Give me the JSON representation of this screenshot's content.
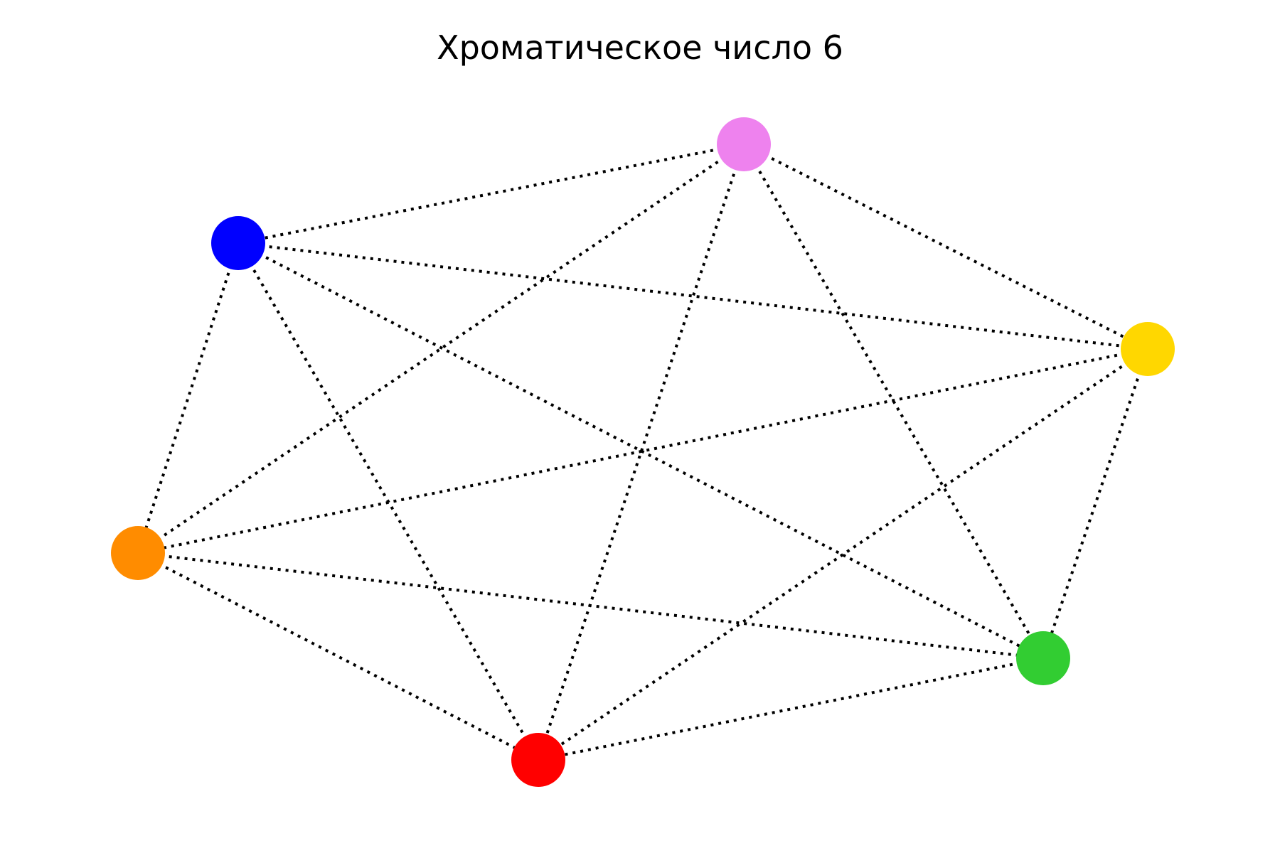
{
  "title": "Хроматическое число 6",
  "graph": {
    "nodes": [
      {
        "id": "pink",
        "color": "#ee82ee"
      },
      {
        "id": "blue",
        "color": "#0000ff"
      },
      {
        "id": "yellow",
        "color": "#ffd700"
      },
      {
        "id": "orange",
        "color": "#ff8c00"
      },
      {
        "id": "green",
        "color": "#32cd32"
      },
      {
        "id": "red",
        "color": "#ff0000"
      }
    ],
    "edges": [
      [
        "pink",
        "blue"
      ],
      [
        "pink",
        "yellow"
      ],
      [
        "pink",
        "orange"
      ],
      [
        "pink",
        "green"
      ],
      [
        "pink",
        "red"
      ],
      [
        "blue",
        "yellow"
      ],
      [
        "blue",
        "orange"
      ],
      [
        "blue",
        "green"
      ],
      [
        "blue",
        "red"
      ],
      [
        "yellow",
        "orange"
      ],
      [
        "yellow",
        "green"
      ],
      [
        "yellow",
        "red"
      ],
      [
        "orange",
        "green"
      ],
      [
        "orange",
        "red"
      ],
      [
        "green",
        "red"
      ]
    ]
  }
}
